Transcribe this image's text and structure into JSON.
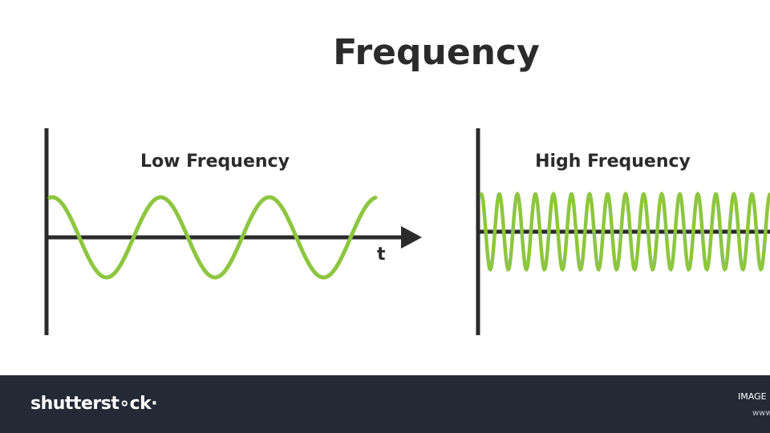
{
  "title": "Frequency",
  "panels": [
    {
      "label": "Low Frequency",
      "axis_label": "t",
      "cycles": 3
    },
    {
      "label": "High Frequency",
      "cycles": 16
    }
  ],
  "colors": {
    "wave": "#8dc63f",
    "axis": "#2b2b2b",
    "title": "#2b2b2b",
    "footer_bg": "#232a36"
  },
  "footer": {
    "brand": "shutterst∘ck·",
    "image_id_prefix": "IMAGE",
    "site": "www"
  }
}
